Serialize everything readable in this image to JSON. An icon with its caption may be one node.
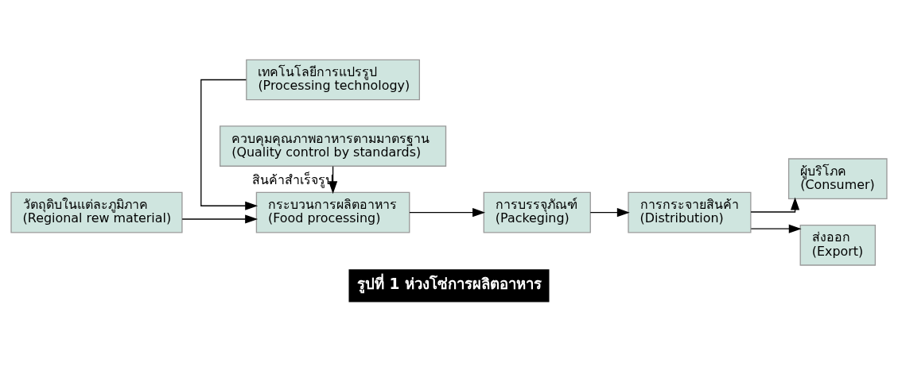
{
  "diagram": {
    "caption": "รูปที่ 1 ห่วงโซ่การผลิตอาหาร",
    "nodes": [
      {
        "text": [
          "เทคโนโลยีการแปรรูป",
          "(Processing technology)"
        ]
      },
      {
        "text": [
          "ควบคุมคุณภาพอาหารตามมาตรฐาน",
          "(Quality control by standards)"
        ]
      },
      {
        "text": [
          "วัตถุดิบในแต่ละภูมิภาค",
          "(Regional rew material)"
        ]
      },
      {
        "text": [
          "กระบวนการผลิตอาหาร",
          "(Food processing)"
        ]
      },
      {
        "text": [
          "การบรรจุภัณฑ์",
          "(Packeging)"
        ]
      },
      {
        "text": [
          "การกระจายสินค้า",
          "(Distribution)"
        ]
      },
      {
        "text": [
          "ผู้บริโภค",
          "(Consumer)"
        ]
      },
      {
        "text": [
          "ส่งออก",
          "(Export)"
        ]
      }
    ],
    "edges": [
      {
        "from": 0,
        "to": 3,
        "arrow": "to"
      },
      {
        "from": 1,
        "to": 3,
        "arrow": "to",
        "label": "สินค้าสำเร็จรูป"
      },
      {
        "from": 2,
        "to": 3,
        "arrow": "to"
      },
      {
        "from": 3,
        "to": 4,
        "arrow": "to"
      },
      {
        "from": 4,
        "to": 5,
        "arrow": "to"
      },
      {
        "from": 5,
        "to": 6,
        "arrow": "to"
      },
      {
        "from": 5,
        "to": 7,
        "arrow": "to"
      }
    ]
  }
}
